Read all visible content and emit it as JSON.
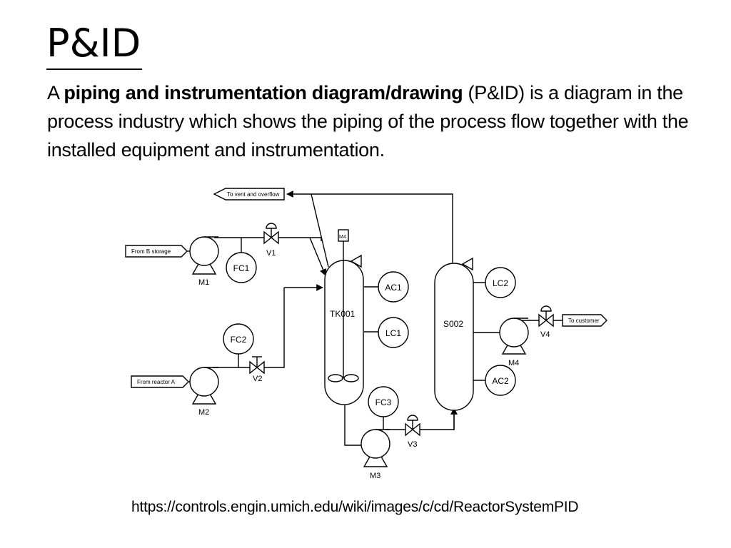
{
  "slide": {
    "title": "P&ID",
    "description_prefix": "A ",
    "description_bold": "piping and instrumentation diagram/drawing",
    "description_suffix": " (P&ID) is a diagram in the process industry which shows the piping of the process flow together with the installed equipment and instrumentation.",
    "source_url": "https://controls.engin.umich.edu/wiki/images/c/cd/ReactorSystemPID"
  },
  "diagram": {
    "flags": {
      "vent": "To vent and overflow",
      "b_storage": "From B storage",
      "reactor_a": "From  reactor A",
      "customer": "To customer"
    },
    "pumps": {
      "m1": "M1",
      "m2": "M2",
      "m3": "M3",
      "m4": "M4"
    },
    "motor": "M4",
    "valves": {
      "v1": "V1",
      "v2": "V2",
      "v3": "V3",
      "v4": "V4"
    },
    "instruments": {
      "fc1": "FC1",
      "fc2": "FC2",
      "fc3": "FC3",
      "ac1": "AC1",
      "lc1": "LC1",
      "lc2": "LC2",
      "ac2": "AC2"
    },
    "vessels": {
      "tk001": "TK001",
      "s002": "S002"
    }
  }
}
